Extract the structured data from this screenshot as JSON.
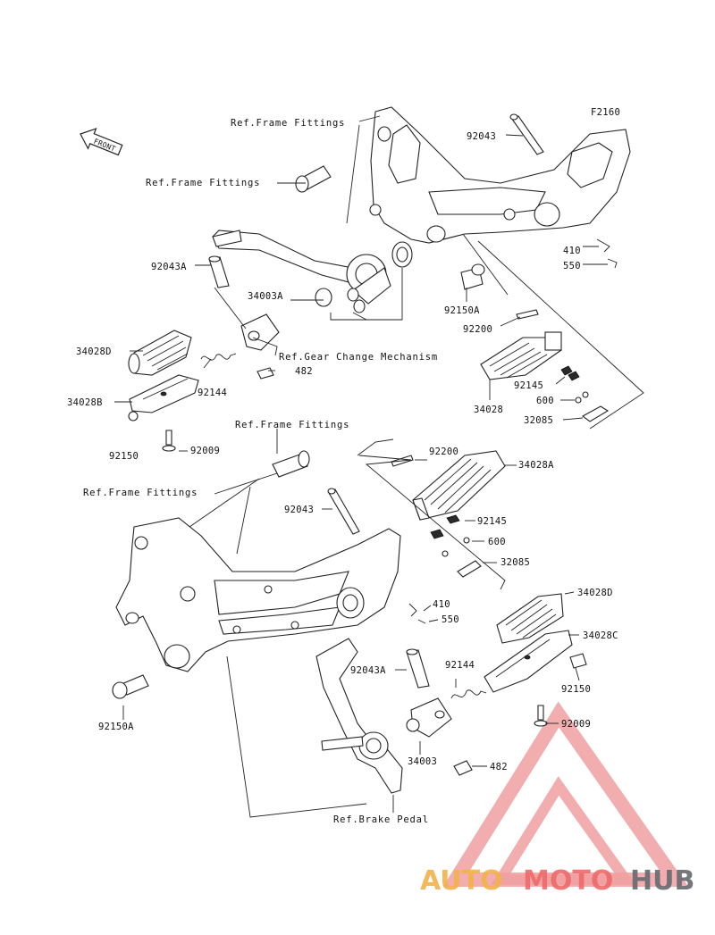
{
  "diagram_code": "F2160",
  "front_marker": "FRONT",
  "refs": {
    "frame_fittings": "Ref.Frame Fittings",
    "gear_change": "Ref.Gear Change Mechanism",
    "brake_pedal": "Ref.Brake Pedal"
  },
  "labels": {
    "p92043_top": "92043",
    "p410_top": "410",
    "p550_top": "550",
    "p92043A_top": "92043A",
    "p34003A": "34003A",
    "p92150A_top": "92150A",
    "p92200_top": "92200",
    "p34028D_top": "34028D",
    "p92144_top": "92144",
    "p482_top": "482",
    "p34028B": "34028B",
    "p92145_top": "92145",
    "p600_top": "600",
    "p34028": "34028",
    "p32085_top": "32085",
    "p92150_left": "92150",
    "p92009_left": "92009",
    "p92200_bot": "92200",
    "p34028A": "34028A",
    "p92043_bot": "92043",
    "p92145_bot": "92145",
    "p600_bot": "600",
    "p32085_bot": "32085",
    "p410_bot": "410",
    "p550_bot": "550",
    "p34028D_bot": "34028D",
    "p34028C": "34028C",
    "p92043A_bot": "92043A",
    "p92144_bot": "92144",
    "p92150_right": "92150",
    "p92009_right": "92009",
    "p92150A_bot": "92150A",
    "p34003": "34003",
    "p482_bot": "482"
  },
  "watermark": {
    "part1": "AUTO",
    "part2": "MOTO",
    "part3": "HUB",
    "color_auto": "#f3b24a",
    "color_moto": "#ee6a6a",
    "color_hub": "#666a70"
  }
}
